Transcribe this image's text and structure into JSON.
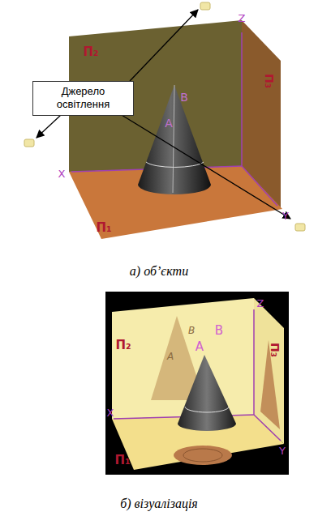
{
  "diagram": {
    "nodes": [
      {
        "text": [
          "Джерело освітлення"
        ]
      }
    ],
    "labels": [
      "П₂",
      "Z",
      "П₃",
      "B",
      "A",
      "X",
      "Y",
      "П₁",
      "а) об’єкти",
      "П₂",
      "Z",
      "B",
      "A",
      "B",
      "A",
      "П₃",
      "X",
      "Y",
      "П₁",
      "б) візуалізація"
    ]
  }
}
